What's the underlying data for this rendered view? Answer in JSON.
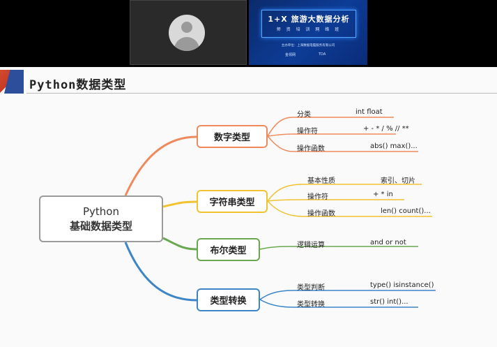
{
  "meeting": {
    "thumbnail": {
      "title": "1+X 旅游大数据分析",
      "subtitle": "师 资 培 训 网 络 班",
      "organizer": "主办单位：上海数据电脑服务有限公司",
      "logo_left": "金领网",
      "logo_right": "TDA"
    }
  },
  "slide": {
    "title": "Python数据类型",
    "root": {
      "line1": "Python",
      "line2": "基础数据类型"
    },
    "branches": [
      {
        "label": "数字类型",
        "color": "#f08a5d",
        "items": [
          {
            "key": "分类",
            "value": "int   float"
          },
          {
            "key": "操作符",
            "value": "+ - * / % // **"
          },
          {
            "key": "操作函数",
            "value": "abs() max()..."
          }
        ]
      },
      {
        "label": "字符串类型",
        "color": "#f1c232",
        "items": [
          {
            "key": "基本性质",
            "value": "索引、切片"
          },
          {
            "key": "操作符",
            "value": "+  *  in"
          },
          {
            "key": "操作函数",
            "value": "len() count()..."
          }
        ]
      },
      {
        "label": "布尔类型",
        "color": "#6aa84f",
        "items": [
          {
            "key": "逻辑运算",
            "value": "and   or   not"
          }
        ]
      },
      {
        "label": "类型转换",
        "color": "#3d85c6",
        "items": [
          {
            "key": "类型判断",
            "value": "type() isinstance()"
          },
          {
            "key": "类型转换",
            "value": "str()   int()..."
          }
        ]
      }
    ]
  }
}
